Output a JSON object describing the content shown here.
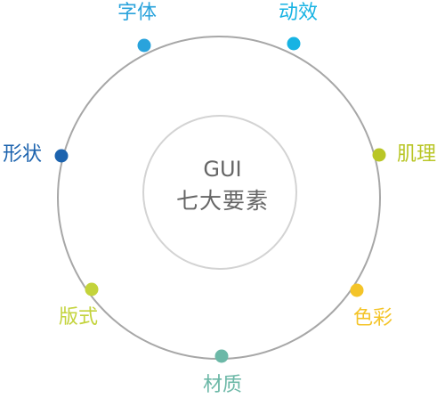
{
  "center": {
    "title": "GUI",
    "subtitle": "七大要素"
  },
  "colors": {
    "outer_ring": "#a7a7a7",
    "inner_ring": "#d3d3d3",
    "center_text": "#666666"
  },
  "nodes": [
    {
      "id": "font",
      "label": "字体",
      "color": "#29a3dc"
    },
    {
      "id": "motion",
      "label": "动效",
      "color": "#17b3e3"
    },
    {
      "id": "texture",
      "label": "肌理",
      "color": "#b9c626"
    },
    {
      "id": "color",
      "label": "色彩",
      "color": "#f4c428"
    },
    {
      "id": "material",
      "label": "材质",
      "color": "#6cb8a7"
    },
    {
      "id": "layout",
      "label": "版式",
      "color": "#c3d33b"
    },
    {
      "id": "shape",
      "label": "形状",
      "color": "#1c63ae"
    }
  ]
}
